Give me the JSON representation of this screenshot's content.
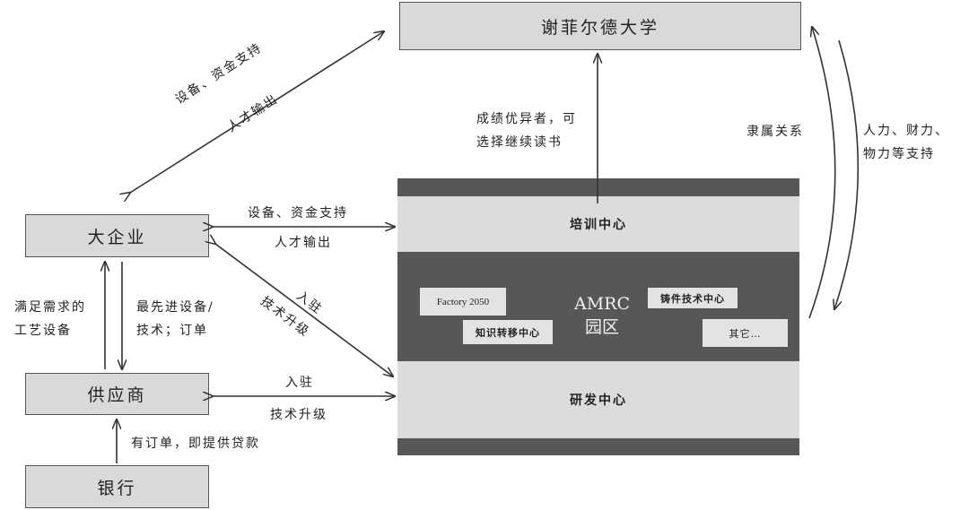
{
  "nodes": {
    "university": "谢菲尔德大学",
    "enterprise": "大企业",
    "supplier": "供应商",
    "bank": "银行"
  },
  "amrc": {
    "name": "AMRC",
    "park": "园区",
    "training": "培训中心",
    "rnd": "研发中心",
    "sub": {
      "factory": "Factory 2050",
      "casting": "铸件技术中心",
      "transfer": "知识转移中心",
      "other": "其它…"
    }
  },
  "labels": {
    "diag_top_line1": "设备、资金支持",
    "diag_top_line2": "人才输出",
    "grad_line1": "成绩优异者，可",
    "grad_line2": "选择继续读书",
    "affiliation": "隶属关系",
    "support_line1": "人力、财力、",
    "support_line2": "物力等支持",
    "mid_top": "设备、资金支持",
    "mid_bottom": "人才输出",
    "diag_enter": "入驻",
    "diag_upgrade": "技术升级",
    "left_line1": "满足需求的",
    "left_line2": "工艺设备",
    "right_line1": "最先进设备/",
    "right_line2": "技术；订单",
    "rnd_enter": "入驻",
    "rnd_upgrade": "技术升级",
    "bank_line": "有订单，即提供贷款"
  }
}
